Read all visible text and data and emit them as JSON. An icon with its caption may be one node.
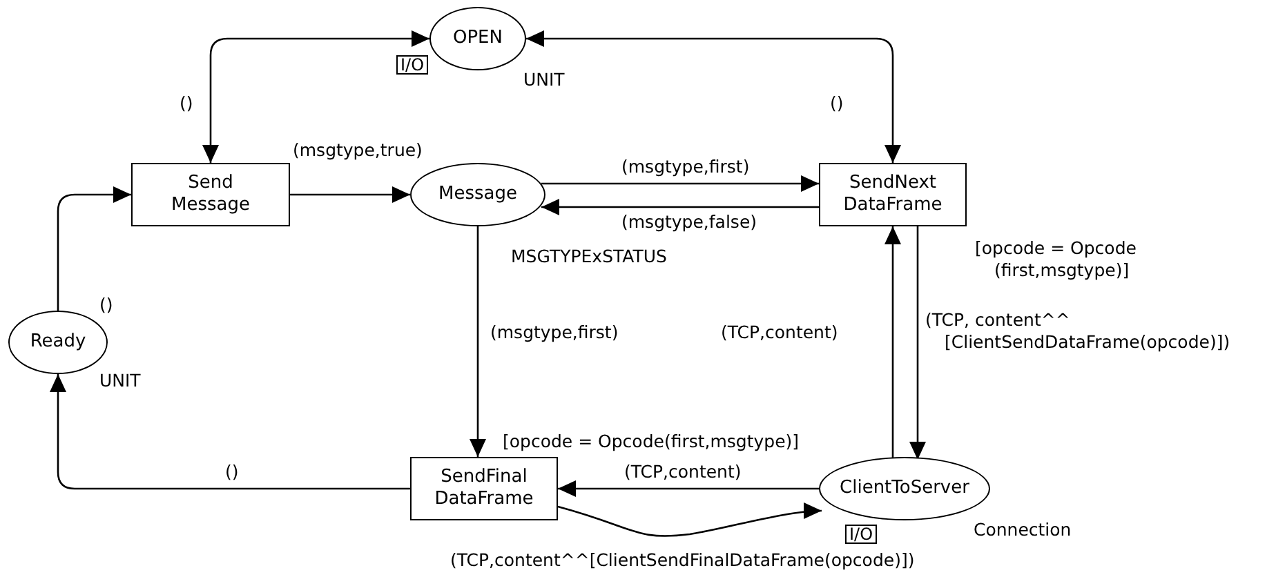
{
  "diagram": {
    "nodes": [
      {
        "text": [
          "OPEN"
        ],
        "beside": [
          "I/O",
          "UNIT"
        ]
      },
      {
        "text": [
          "Send Message"
        ]
      },
      {
        "text": [
          "Message"
        ],
        "beside": [
          "MSGTYPExSTATUS"
        ]
      },
      {
        "text": [
          "SendNext DataFrame"
        ],
        "beside": [
          "[opcode = Opcode (first,msgtype)]"
        ]
      },
      {
        "text": [
          "Ready"
        ],
        "beside": [
          "UNIT"
        ]
      },
      {
        "text": [
          "SendFinal DataFrame"
        ],
        "beside": [
          "[opcode = Opcode(first,msgtype)]"
        ]
      },
      {
        "text": [
          "ClientToServer"
        ],
        "beside": [
          "I/O",
          "Connection"
        ]
      }
    ],
    "edges": [
      {
        "from": 1,
        "to": 0,
        "arrow": "both",
        "label": "()"
      },
      {
        "from": 3,
        "to": 0,
        "arrow": "both",
        "label": "()"
      },
      {
        "from": 1,
        "to": 2,
        "arrow": "to",
        "label": "(msgtype,true)"
      },
      {
        "from": 2,
        "to": 3,
        "arrow": "to",
        "label": "(msgtype,first)"
      },
      {
        "from": 3,
        "to": 2,
        "arrow": "to",
        "label": "(msgtype,false)"
      },
      {
        "from": 2,
        "to": 5,
        "arrow": "to",
        "label": "(msgtype,first)"
      },
      {
        "from": 6,
        "to": 3,
        "arrow": "to",
        "label": "(TCP,content)"
      },
      {
        "from": 3,
        "to": 6,
        "arrow": "to",
        "label": "(TCP, content^^ [ClientSendDataFrame(opcode)])"
      },
      {
        "from": 6,
        "to": 5,
        "arrow": "to",
        "label": "(TCP,content)"
      },
      {
        "from": 5,
        "to": 6,
        "arrow": "to",
        "label": "(TCP,content^^[ClientSendFinalDataFrame(opcode)])"
      },
      {
        "from": 5,
        "to": 4,
        "arrow": "to",
        "label": "()"
      },
      {
        "from": 4,
        "to": 1,
        "arrow": "to",
        "label": "()"
      }
    ]
  }
}
